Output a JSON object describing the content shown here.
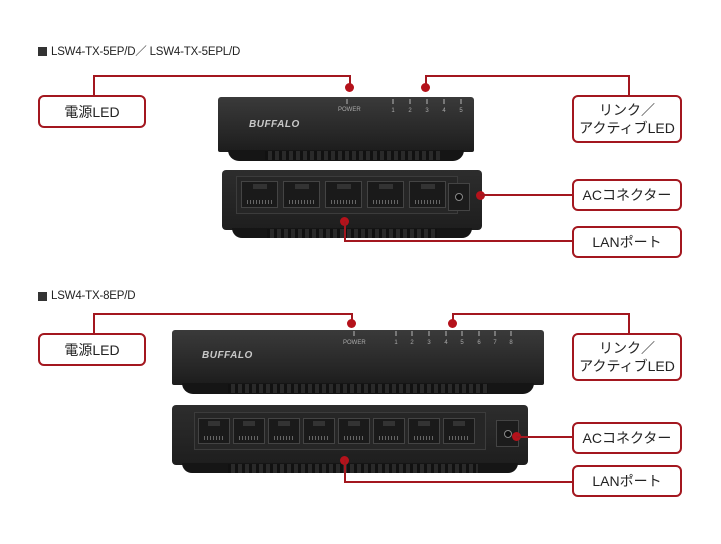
{
  "sections": [
    {
      "title": "LSW4-TX-5EP/D／ LSW4-TX-5EPL/D",
      "device": {
        "brand": "BUFFALO",
        "power_label": "POWER",
        "port_numbers": [
          "1",
          "2",
          "3",
          "4",
          "5"
        ],
        "port_count": 5
      },
      "callouts": {
        "power_led": "電源LED",
        "link_led_line1": "リンク／",
        "link_led_line2": "アクティブLED",
        "ac_connector": "ACコネクター",
        "lan_port": "LANポート"
      }
    },
    {
      "title": "LSW4-TX-8EP/D",
      "device": {
        "brand": "BUFFALO",
        "power_label": "POWER",
        "port_numbers": [
          "1",
          "2",
          "3",
          "4",
          "5",
          "6",
          "7",
          "8"
        ],
        "port_count": 8
      },
      "callouts": {
        "power_led": "電源LED",
        "link_led_line1": "リンク／",
        "link_led_line2": "アクティブLED",
        "ac_connector": "ACコネクター",
        "lan_port": "LANポート"
      }
    }
  ],
  "colors": {
    "accent": "#a3171f",
    "device_body": "#262626"
  },
  "icons": {
    "section_marker": "black-square-icon"
  }
}
